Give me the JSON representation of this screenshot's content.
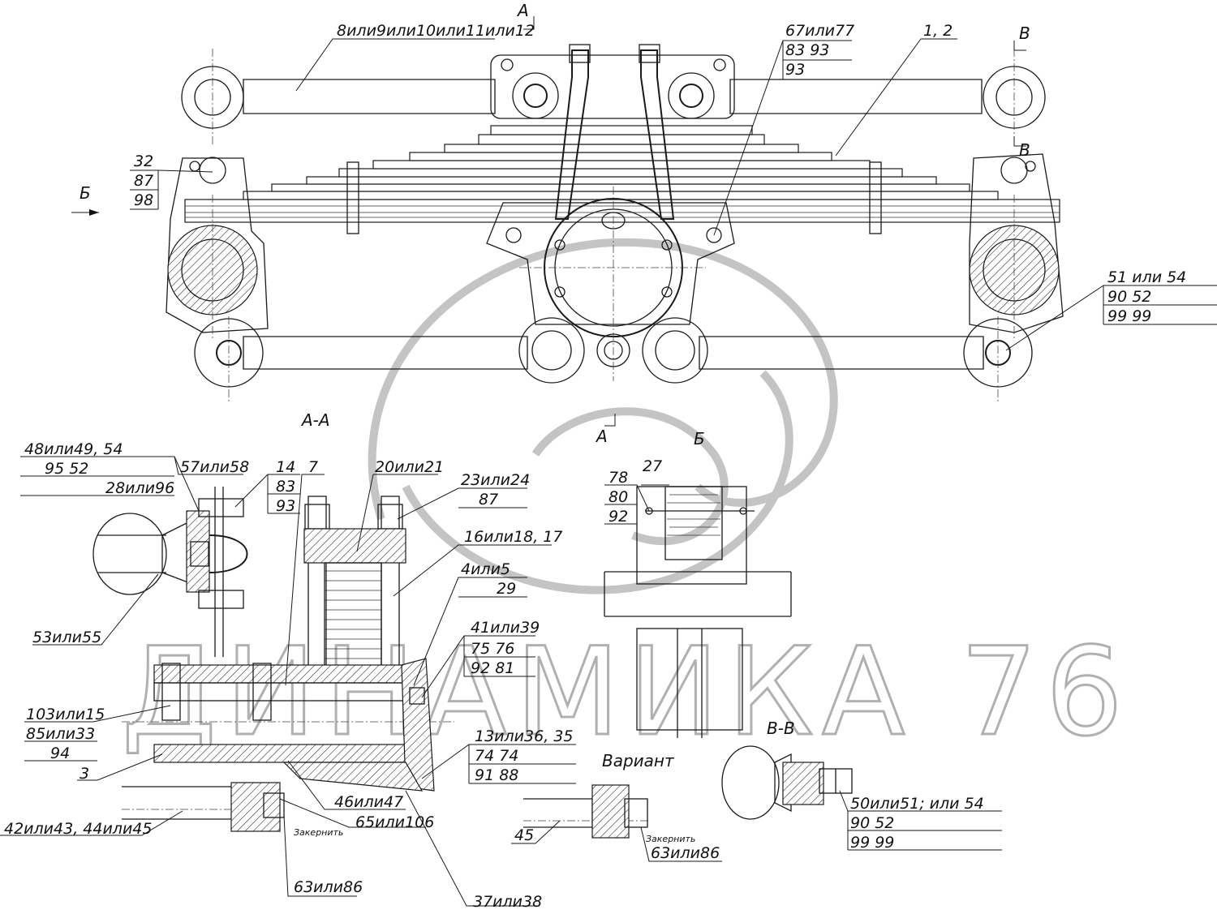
{
  "watermark": {
    "text": "ДИНАМИКА 76"
  },
  "section_marks": {
    "a_top": "А",
    "a_bottom": "А",
    "b_arrow": "Б",
    "v_top": "В",
    "v_mid": "В",
    "view_aa": "А-А",
    "view_b": "Б",
    "view_vv": "В-В",
    "variant": "Вариант"
  },
  "callouts": {
    "c1": "8или9или10или11или12",
    "c2": [
      "67или77",
      "83   93",
      "93"
    ],
    "c3": "1, 2",
    "c4": [
      "32",
      "87",
      "98"
    ],
    "c5": [
      "51 или  54",
      "90          52",
      "99          99"
    ],
    "c6": [
      "48или49,  54",
      "95           52",
      "28или96"
    ],
    "c7": "57или58",
    "c8": [
      "14",
      "83",
      "93"
    ],
    "c9": "7",
    "c10": "20или21",
    "c11": [
      "23или24",
      "87"
    ],
    "c12": "16или18, 17",
    "c13": [
      "4или5",
      "29"
    ],
    "c14": [
      "41или39",
      "75      76",
      "92      81"
    ],
    "c15": "53или55",
    "c16": [
      "103или15",
      "85или33",
      "94"
    ],
    "c17": "3",
    "c18": [
      "13или36,   35",
      "74             74",
      "91             88"
    ],
    "c19": "46или47",
    "c20": "65или106",
    "c21": "42или43, 44или45",
    "c22": "63или86",
    "c23": "37или38",
    "c24": [
      "78",
      "80",
      "92"
    ],
    "c25": "27",
    "c26": "45",
    "c27": "63или86",
    "c28": [
      "50или51; или 54",
      "90                        52",
      "99                        99"
    ],
    "note1": "Закернить",
    "note2": "Закернить"
  }
}
